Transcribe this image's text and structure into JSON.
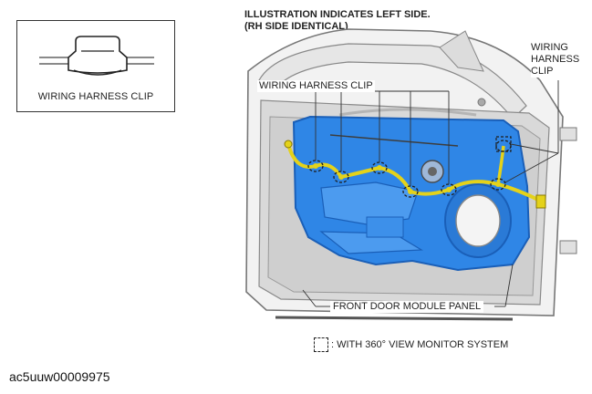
{
  "inset": {
    "label": "WIRING HARNESS CLIP"
  },
  "title": {
    "line1": "ILLUSTRATION INDICATES LEFT SIDE.",
    "line2": "(RH SIDE IDENTICAL)"
  },
  "callouts": {
    "left_clip": "WIRING HARNESS CLIP",
    "right_clip_line1": "WIRING",
    "right_clip_line2": "HARNESS",
    "right_clip_line3": "CLIP",
    "panel": "FRONT DOOR MODULE PANEL"
  },
  "legend": {
    "text": ": WITH 360° VIEW MONITOR SYSTEM"
  },
  "figure_id": "ac5uuw00009975",
  "colors": {
    "panel_blue": "#2f86e6",
    "panel_blue_dark": "#1a5fb8",
    "harness_yellow": "#e4d21a",
    "door_gray": "#c9c9c9"
  }
}
